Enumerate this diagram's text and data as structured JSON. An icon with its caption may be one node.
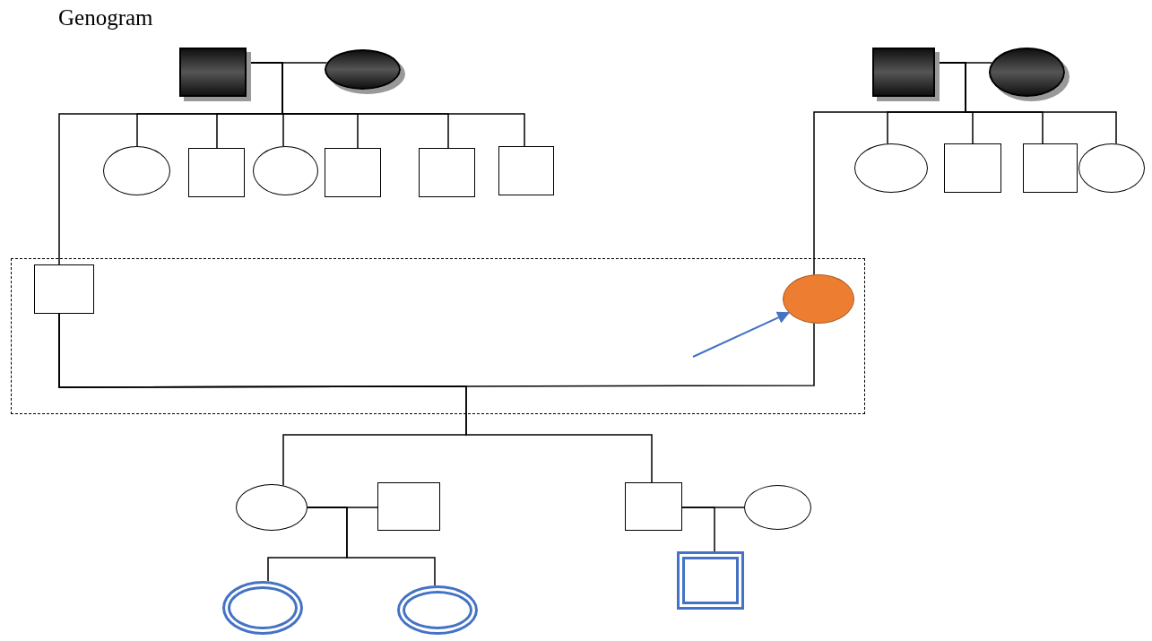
{
  "diagram": {
    "title": "Genogram",
    "nodes": [
      {
        "text": [],
        "shape": "box"
      },
      {
        "text": [],
        "shape": "circle"
      },
      {
        "text": [],
        "shape": "circle"
      },
      {
        "text": [],
        "shape": "box"
      },
      {
        "text": [],
        "shape": "circle"
      },
      {
        "text": [],
        "shape": "box"
      },
      {
        "text": [],
        "shape": "box"
      },
      {
        "text": [],
        "shape": "box"
      },
      {
        "text": [],
        "shape": "box"
      },
      {
        "text": [],
        "shape": "circle"
      },
      {
        "text": [],
        "shape": "circle"
      },
      {
        "text": [],
        "shape": "box"
      },
      {
        "text": [],
        "shape": "box"
      },
      {
        "text": [],
        "shape": "circle"
      },
      {
        "text": [],
        "shape": "box"
      },
      {
        "text": [],
        "shape": "box",
        "in": 14
      },
      {
        "text": [],
        "shape": "circle",
        "in": 14
      },
      {
        "text": [],
        "shape": "circle"
      },
      {
        "text": [],
        "shape": "box"
      },
      {
        "text": [],
        "shape": "box"
      },
      {
        "text": [],
        "shape": "circle"
      },
      {
        "text": [],
        "shape": "circle"
      },
      {
        "text": [],
        "shape": "circle"
      },
      {
        "text": [],
        "shape": "box"
      }
    ],
    "edges": [
      {
        "from": 0,
        "to": 1,
        "arrow": "none"
      },
      {
        "from": 0,
        "to": 2,
        "arrow": "none"
      },
      {
        "from": 0,
        "to": 3,
        "arrow": "none"
      },
      {
        "from": 0,
        "to": 4,
        "arrow": "none"
      },
      {
        "from": 0,
        "to": 5,
        "arrow": "none"
      },
      {
        "from": 0,
        "to": 6,
        "arrow": "none"
      },
      {
        "from": 0,
        "to": 7,
        "arrow": "none"
      },
      {
        "from": 0,
        "to": 15,
        "arrow": "none"
      },
      {
        "from": 8,
        "to": 9,
        "arrow": "none"
      },
      {
        "from": 8,
        "to": 10,
        "arrow": "none"
      },
      {
        "from": 8,
        "to": 11,
        "arrow": "none"
      },
      {
        "from": 8,
        "to": 12,
        "arrow": "none"
      },
      {
        "from": 8,
        "to": 13,
        "arrow": "none"
      },
      {
        "from": 8,
        "to": 16,
        "arrow": "none"
      },
      {
        "from": 15,
        "to": 16,
        "arrow": "none"
      },
      {
        "from": 15,
        "to": 17,
        "arrow": "none"
      },
      {
        "from": 15,
        "to": 19,
        "arrow": "none"
      },
      {
        "from": 17,
        "to": 18,
        "arrow": "none"
      },
      {
        "from": 17,
        "to": 21,
        "arrow": "none"
      },
      {
        "from": 17,
        "to": 22,
        "arrow": "none"
      },
      {
        "from": 19,
        "to": 20,
        "arrow": "none"
      },
      {
        "from": 19,
        "to": 23,
        "arrow": "none"
      },
      {
        "from": null,
        "to": 16,
        "arrow": "to",
        "color": "#4472c4"
      }
    ]
  }
}
